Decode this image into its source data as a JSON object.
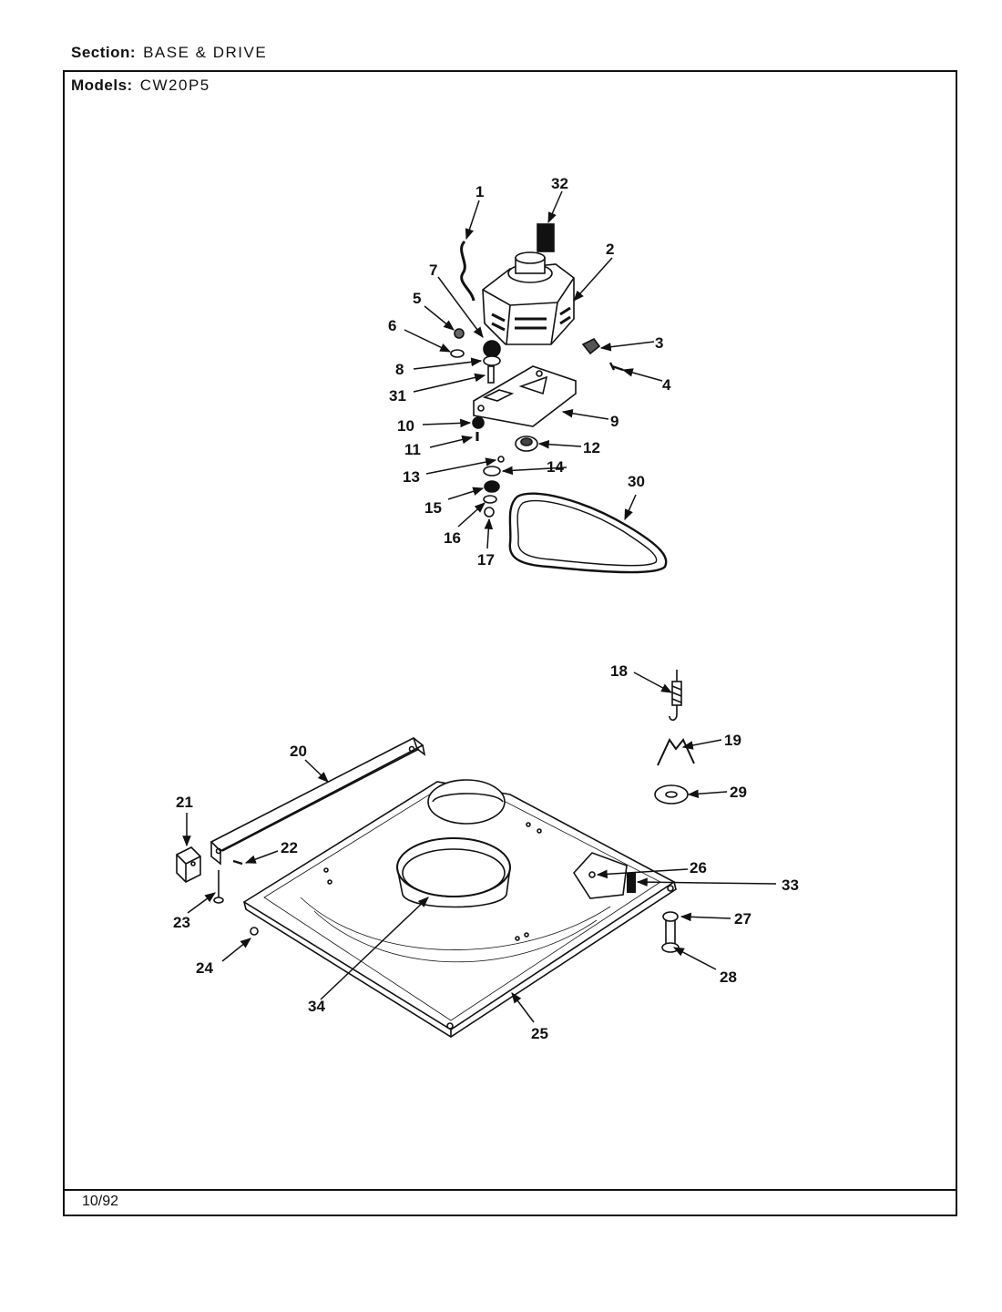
{
  "header": {
    "section_label": "Section:",
    "section_value": "BASE & DRIVE",
    "models_label": "Models:",
    "models_value": "CW20P5"
  },
  "footer": {
    "date": "10/92"
  },
  "callouts": [
    "1",
    "2",
    "3",
    "4",
    "5",
    "6",
    "7",
    "8",
    "9",
    "10",
    "11",
    "12",
    "13",
    "14",
    "15",
    "16",
    "17",
    "18",
    "19",
    "20",
    "21",
    "22",
    "23",
    "24",
    "25",
    "26",
    "27",
    "28",
    "29",
    "30",
    "31",
    "32",
    "33",
    "34"
  ]
}
